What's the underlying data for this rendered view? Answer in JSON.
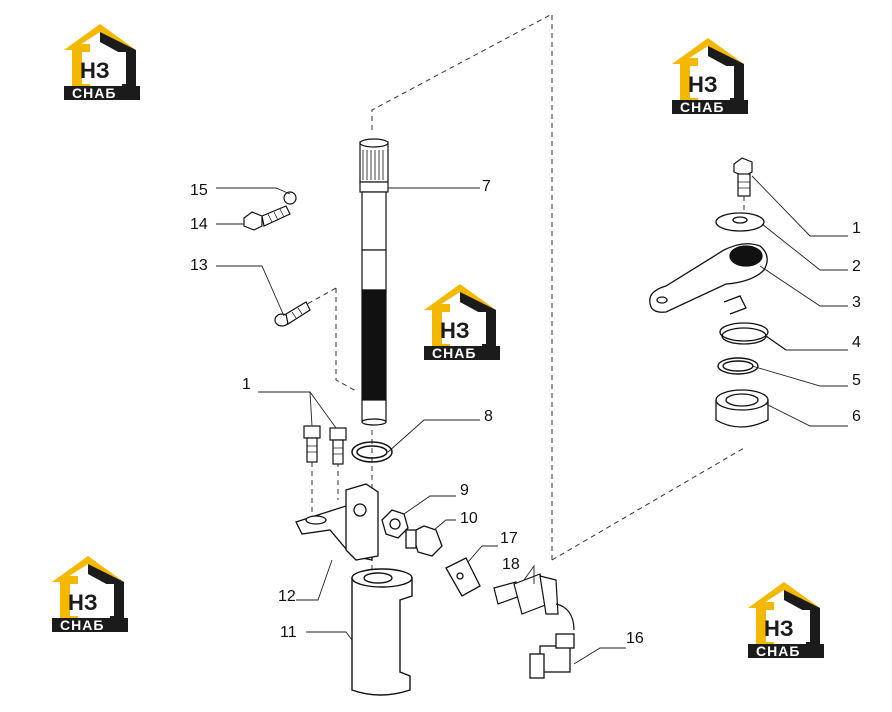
{
  "logo": {
    "main_text": "НЗ",
    "sub_text": "СНАБ",
    "colors": {
      "accent": "#f5b800",
      "dark": "#1b1b1b"
    }
  },
  "callouts": {
    "c1a": "1",
    "c1b": "1",
    "c2": "2",
    "c3": "3",
    "c4": "4",
    "c5": "5",
    "c6": "6",
    "c7": "7",
    "c8": "8",
    "c9": "9",
    "c10": "10",
    "c11": "11",
    "c12": "12",
    "c13": "13",
    "c14": "14",
    "c15": "15",
    "c16": "16",
    "c17": "17",
    "c18": "18"
  }
}
